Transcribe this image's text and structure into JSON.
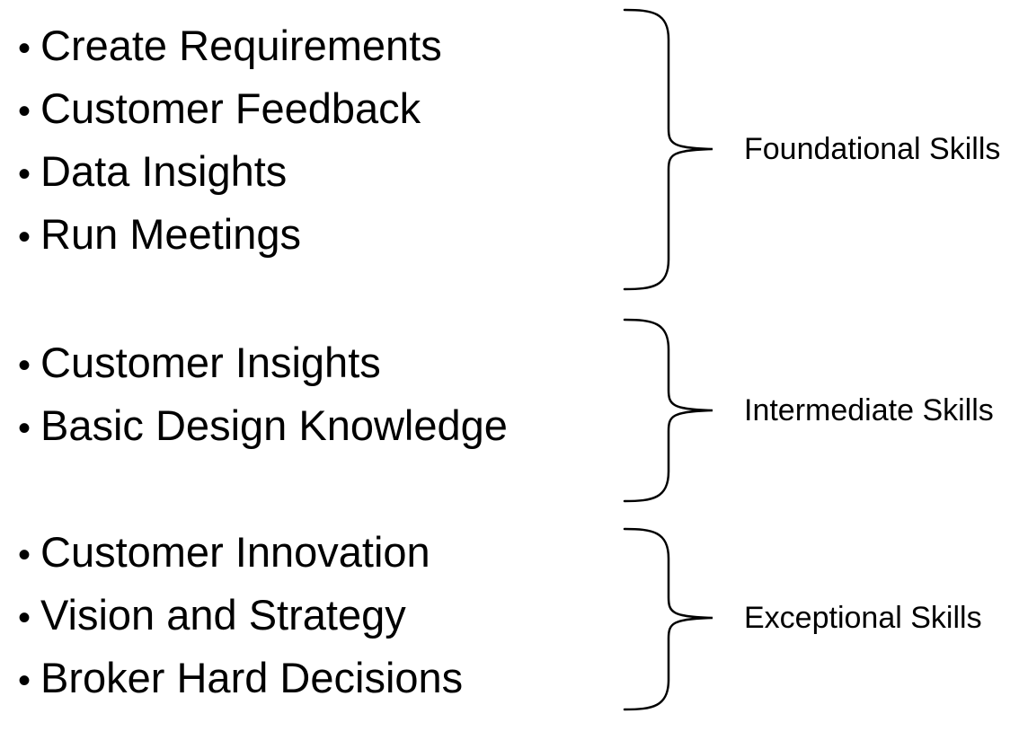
{
  "bullet_char": "•",
  "colors": {
    "text": "#000000",
    "background": "#ffffff",
    "line": "#000000"
  },
  "groups": [
    {
      "label": "Foundational Skills",
      "items": [
        "Create Requirements",
        "Customer Feedback",
        "Data Insights",
        "Run Meetings"
      ]
    },
    {
      "label": "Intermediate Skills",
      "items": [
        "Customer Insights",
        "Basic Design Knowledge"
      ]
    },
    {
      "label": "Exceptional Skills",
      "items": [
        "Customer Innovation",
        "Vision and Strategy",
        "Broker Hard Decisions"
      ]
    }
  ]
}
